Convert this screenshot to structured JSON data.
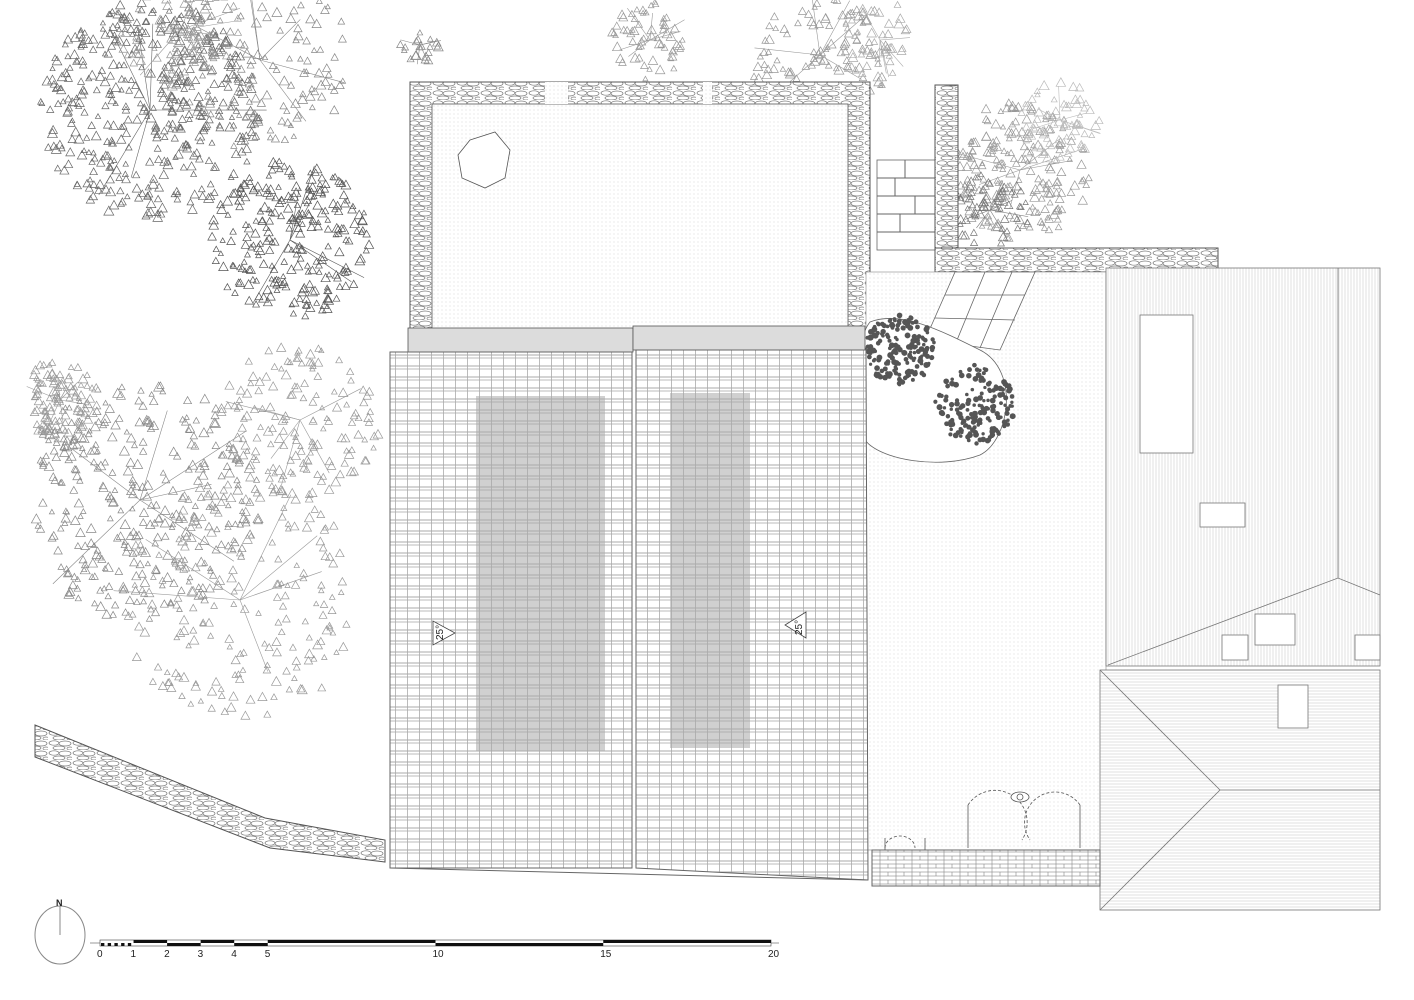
{
  "drawing": {
    "type": "site roof plan",
    "roof_slopes": [
      {
        "name": "west-roof",
        "slope_label": "25°",
        "arrow": "east"
      },
      {
        "name": "east-roof",
        "slope_label": "25°",
        "arrow": "west"
      }
    ]
  },
  "north_arrow": {
    "label": "N"
  },
  "scale_bar": {
    "unit": "m",
    "max": 20,
    "tick_labels": [
      "0",
      "1",
      "2",
      "3",
      "4",
      "5",
      "10",
      "15",
      "20"
    ],
    "tick_values": [
      0,
      1,
      2,
      3,
      4,
      5,
      10,
      15,
      20
    ]
  },
  "colors": {
    "line": "#555555",
    "roof_panel": "#bdbdbd",
    "beam": "#dcdcdc",
    "tree": "#6b6b6b",
    "tree_light": "#a8a8a8"
  }
}
